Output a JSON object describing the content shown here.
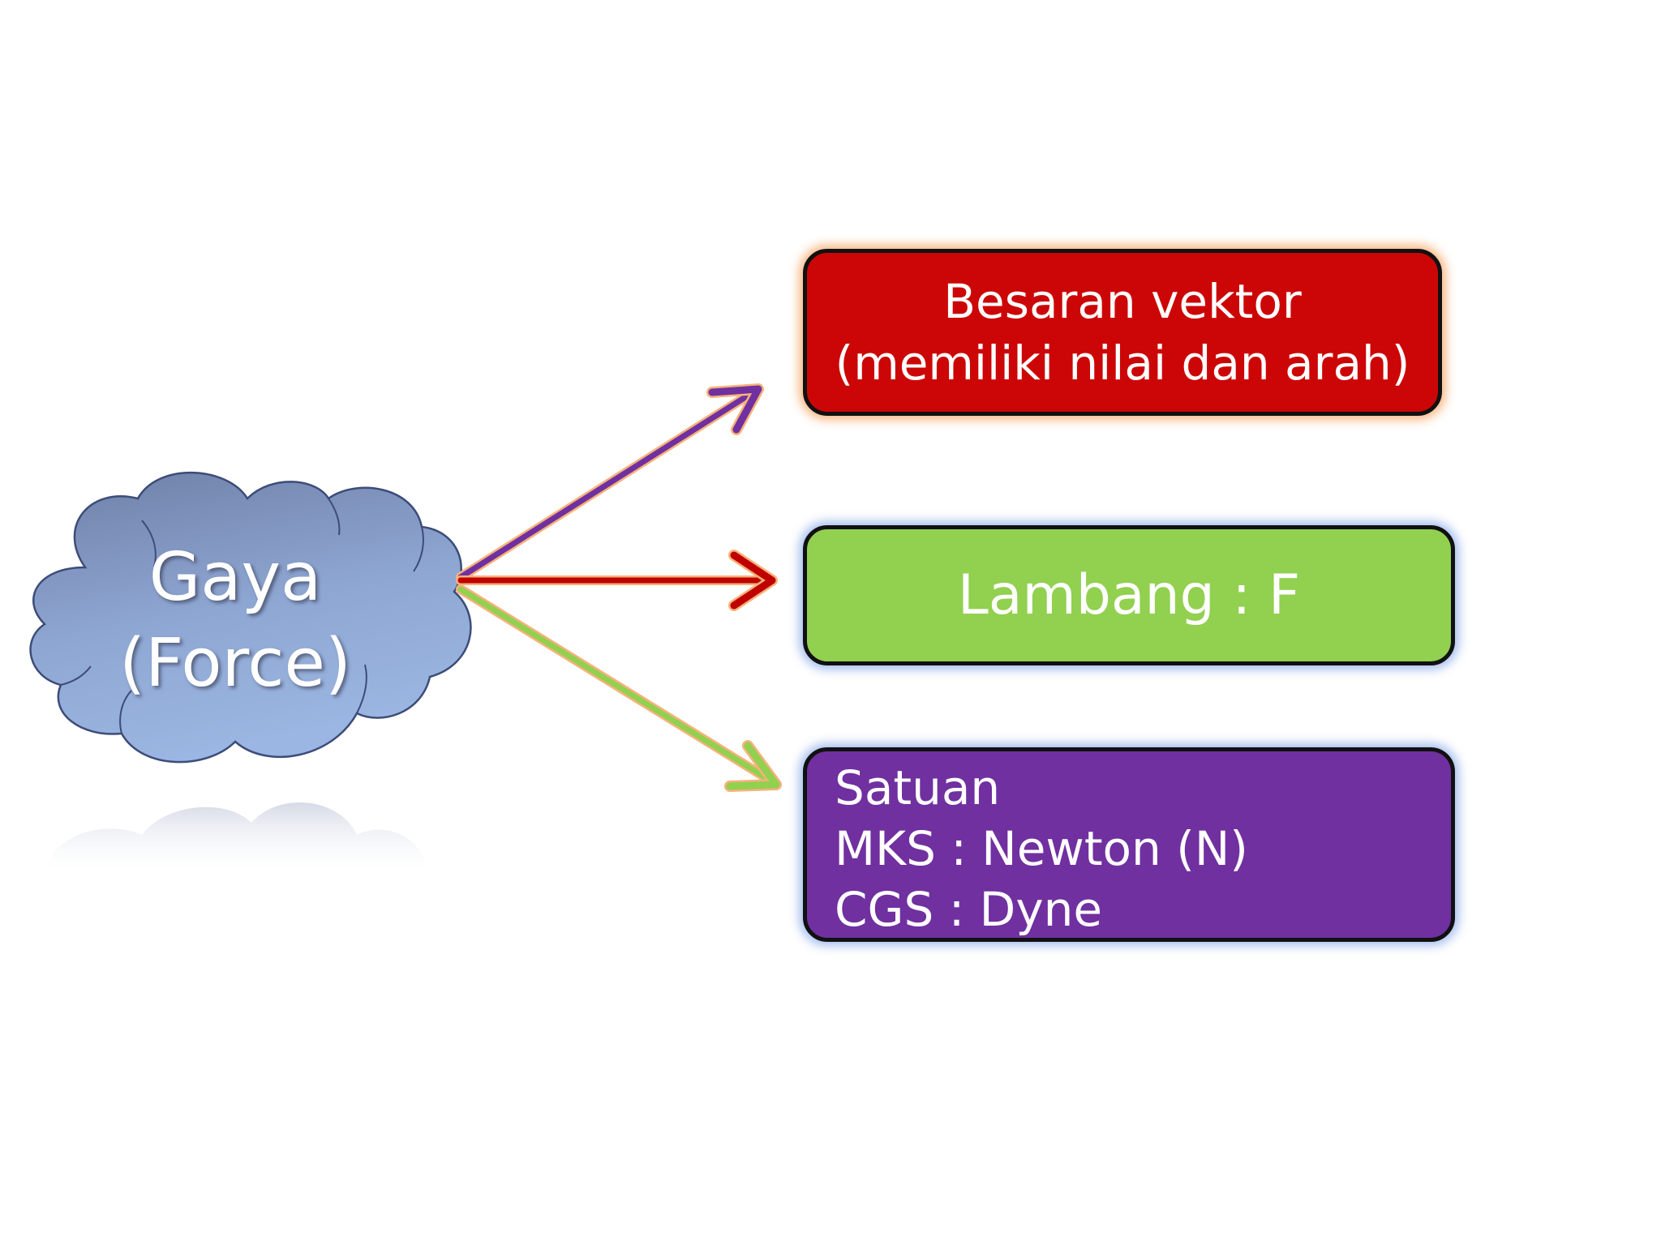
{
  "cloud": {
    "line1": "Gaya",
    "line2": "(Force)"
  },
  "boxes": {
    "vector": {
      "line1": "Besaran vektor",
      "line2": "(memiliki nilai dan arah)"
    },
    "symbol": {
      "text": "Lambang : F"
    },
    "unit": {
      "line1": "Satuan",
      "line2": "MKS : Newton (N)",
      "line3": "CGS : Dyne"
    }
  },
  "colors": {
    "vector_box": "#cc0606",
    "symbol_box": "#92d050",
    "unit_box": "#7030a0",
    "arrow_top": "#7030a0",
    "arrow_middle": "#c00000",
    "arrow_bottom": "#92d050",
    "cloud_fill": "#8ea6d2"
  }
}
